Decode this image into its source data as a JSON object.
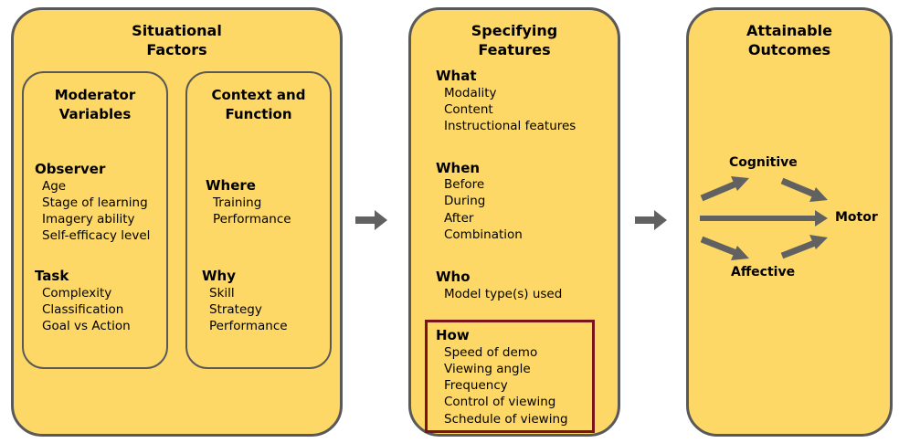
{
  "colors": {
    "panel_fill": "#fdd866",
    "border": "#595959",
    "arrow": "#616161",
    "highlight": "#7b1418"
  },
  "situational": {
    "title_line1": "Situational",
    "title_line2": "Factors",
    "moderator": {
      "title_line1": "Moderator",
      "title_line2": "Variables",
      "observer_heading": "Observer",
      "observer_items": [
        "Age",
        "Stage of learning",
        "Imagery ability",
        "Self-efficacy level"
      ],
      "task_heading": "Task",
      "task_items": [
        "Complexity",
        "Classification",
        "Goal vs Action"
      ]
    },
    "context": {
      "title_line1": "Context and",
      "title_line2": "Function",
      "where_heading": "Where",
      "where_items": [
        "Training",
        "Performance"
      ],
      "why_heading": "Why",
      "why_items": [
        "Skill",
        "Strategy",
        "Performance"
      ]
    }
  },
  "specifying": {
    "title_line1": "Specifying",
    "title_line2": "Features",
    "what_heading": "What",
    "what_items": [
      "Modality",
      "Content",
      "Instructional features"
    ],
    "when_heading": "When",
    "when_items": [
      "Before",
      "During",
      "After",
      "Combination"
    ],
    "who_heading": "Who",
    "who_items": [
      "Model type(s) used"
    ],
    "how_heading": "How",
    "how_items": [
      "Speed of demo",
      "Viewing angle",
      "Frequency",
      "Control of viewing",
      "Schedule of viewing"
    ]
  },
  "outcomes": {
    "title_line1": "Attainable",
    "title_line2": "Outcomes",
    "cognitive": "Cognitive",
    "motor": "Motor",
    "affective": "Affective"
  }
}
